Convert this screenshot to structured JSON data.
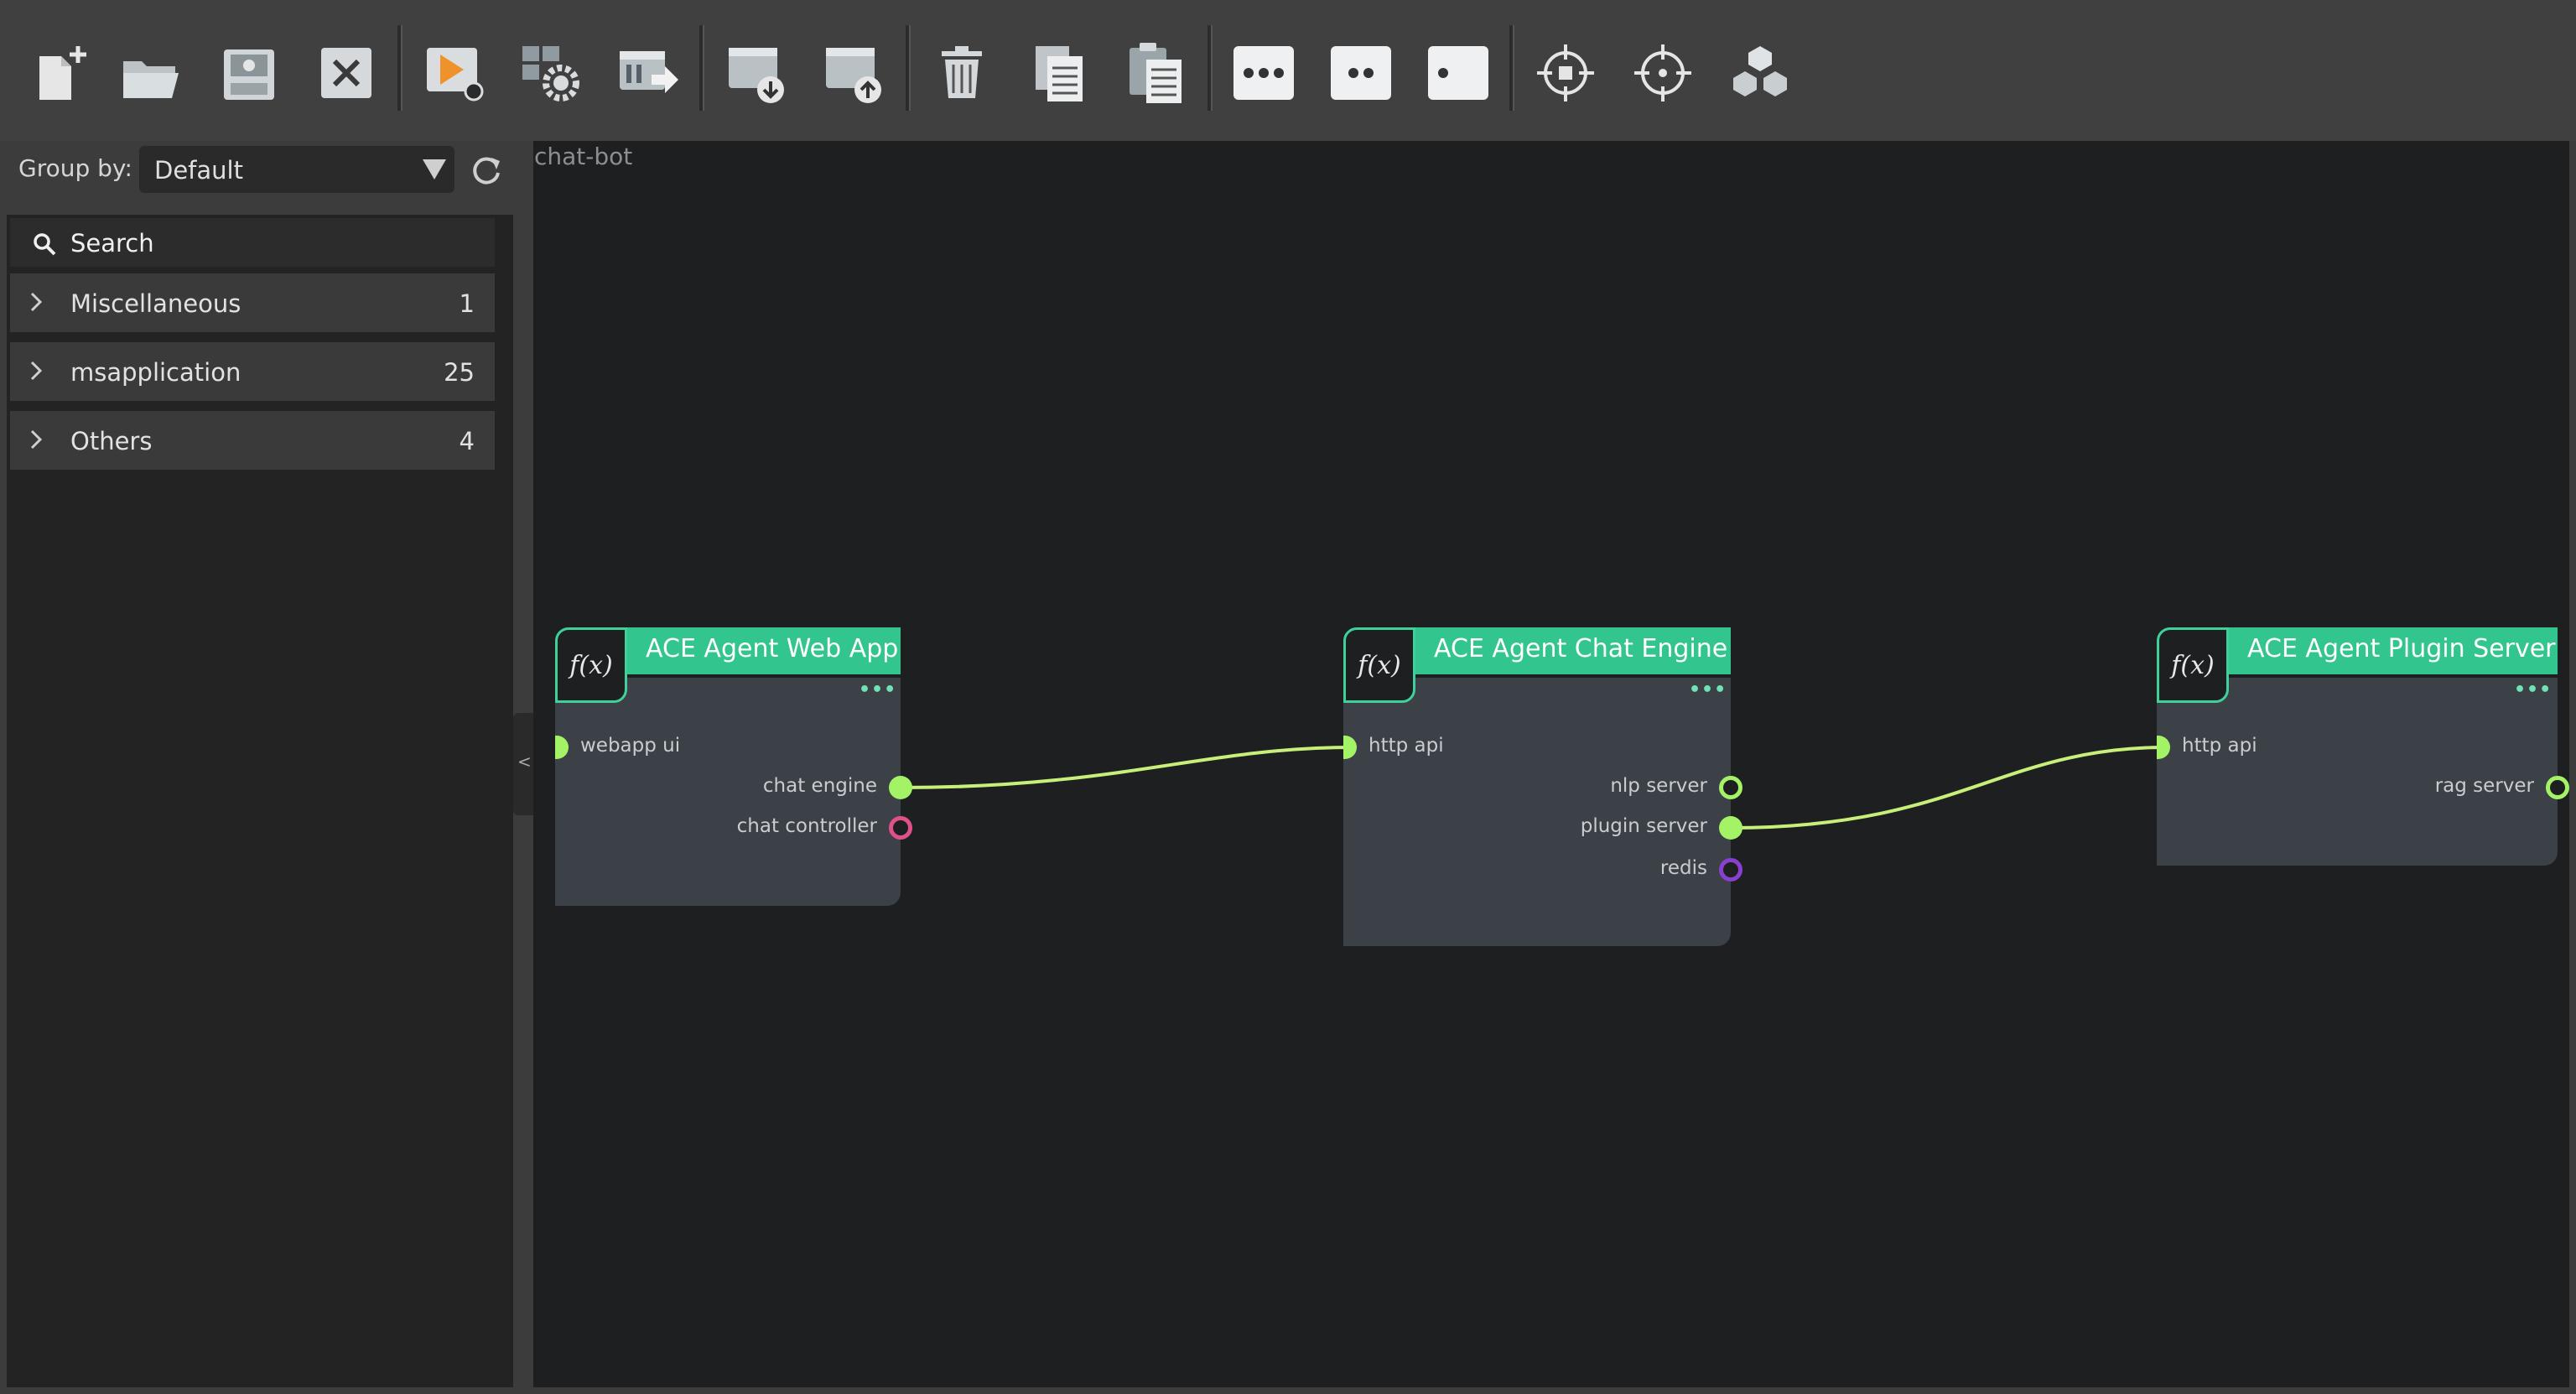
{
  "toolbar": {
    "buttons": [
      {
        "name": "new-file",
        "icon": "new-file-icon"
      },
      {
        "name": "open-folder",
        "icon": "folder-open-icon"
      },
      {
        "name": "save",
        "icon": "save-disk-icon"
      },
      {
        "name": "close",
        "icon": "close-x-icon"
      },
      {
        "name": "run",
        "icon": "play-icon"
      },
      {
        "name": "settings",
        "icon": "gear-icon"
      },
      {
        "name": "deploy",
        "icon": "window-arrow-icon"
      },
      {
        "name": "download",
        "icon": "window-download-icon"
      },
      {
        "name": "upload",
        "icon": "window-upload-icon"
      },
      {
        "name": "delete",
        "icon": "trash-icon"
      },
      {
        "name": "copy",
        "icon": "copy-icon"
      },
      {
        "name": "paste",
        "icon": "paste-icon"
      },
      {
        "name": "three-dots",
        "icon": "three-dots-icon"
      },
      {
        "name": "two-dots",
        "icon": "two-dots-icon"
      },
      {
        "name": "one-dot",
        "icon": "one-dot-icon"
      },
      {
        "name": "target-focus",
        "icon": "crosshair-icon"
      },
      {
        "name": "target-center",
        "icon": "crosshair-dot-icon"
      },
      {
        "name": "cubes",
        "icon": "cubes-icon"
      }
    ]
  },
  "group_by": {
    "label": "Group by:",
    "value": "Default"
  },
  "search": {
    "label": "Search"
  },
  "categories": [
    {
      "name": "Miscellaneous",
      "count": "1"
    },
    {
      "name": "msapplication",
      "count": "25"
    },
    {
      "name": "Others",
      "count": "4"
    }
  ],
  "collapse_handle": "<",
  "canvas": {
    "title": "chat-bot",
    "nodes": [
      {
        "title": "ACE Agent Web App",
        "fx": "f(x)",
        "dots": "•••",
        "inputs": [
          {
            "label": "webapp ui"
          }
        ],
        "outputs": [
          {
            "label": "chat engine"
          },
          {
            "label": "chat controller"
          }
        ]
      },
      {
        "title": "ACE Agent Chat Engine",
        "fx": "f(x)",
        "dots": "•••",
        "inputs": [
          {
            "label": "http api"
          }
        ],
        "outputs": [
          {
            "label": "nlp server"
          },
          {
            "label": "plugin server"
          },
          {
            "label": "redis"
          }
        ]
      },
      {
        "title": "ACE Agent Plugin Server",
        "fx": "f(x)",
        "dots": "•••",
        "inputs": [
          {
            "label": "http api"
          }
        ],
        "outputs": [
          {
            "label": "rag server"
          }
        ]
      }
    ]
  },
  "colors": {
    "node_header": "#33c58e",
    "wire": "#c7f07a",
    "port_green": "#a4f265",
    "port_pink": "#e0508a",
    "port_purple": "#8a3fd0"
  }
}
